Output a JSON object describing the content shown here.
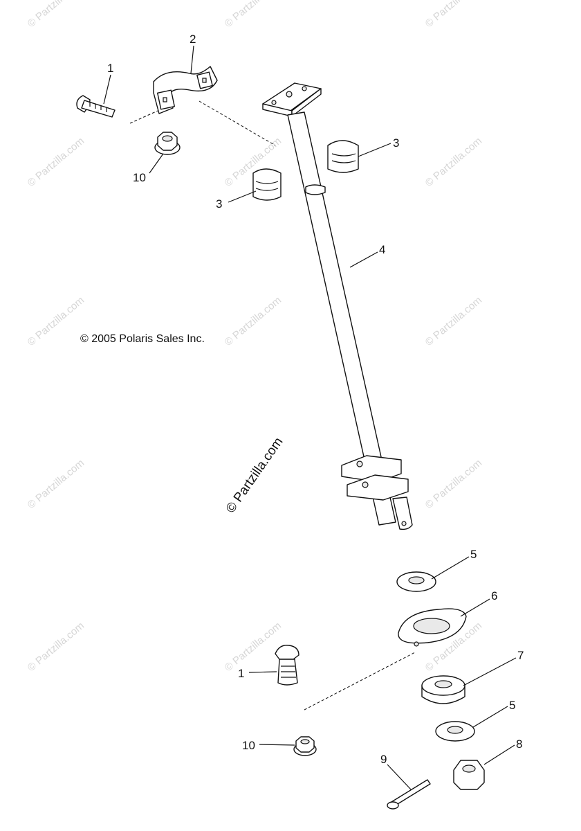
{
  "copyright": "© 2005 Polaris Sales Inc.",
  "watermark": "© Partzilla.com",
  "center_watermark": "© Partzilla.com",
  "callouts": [
    {
      "id": "c1a",
      "label": "1"
    },
    {
      "id": "c2",
      "label": "2"
    },
    {
      "id": "c3a",
      "label": "3"
    },
    {
      "id": "c3b",
      "label": "3"
    },
    {
      "id": "c4",
      "label": "4"
    },
    {
      "id": "c10a",
      "label": "10"
    },
    {
      "id": "c5a",
      "label": "5"
    },
    {
      "id": "c6",
      "label": "6"
    },
    {
      "id": "c7",
      "label": "7"
    },
    {
      "id": "c5b",
      "label": "5"
    },
    {
      "id": "c8",
      "label": "8"
    },
    {
      "id": "c9",
      "label": "9"
    },
    {
      "id": "c1b",
      "label": "1"
    },
    {
      "id": "c10b",
      "label": "10"
    }
  ]
}
